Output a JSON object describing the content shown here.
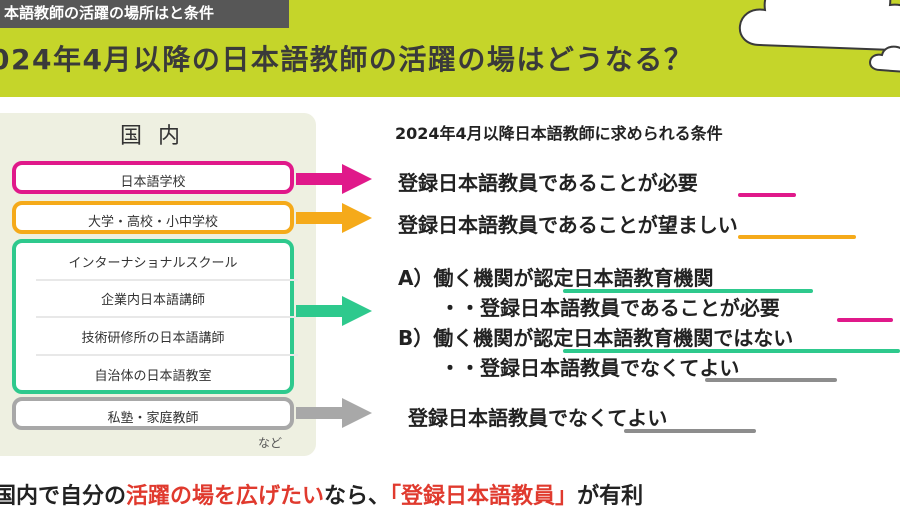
{
  "banner": {
    "tag": "本語教師の活躍の場所はと条件",
    "headline": "024年4月以降の日本語教師の活躍の場はどうなる？"
  },
  "panel": {
    "title": "国内",
    "items": {
      "japanese_school": "日本語学校",
      "university": "大学・高校・小中学校",
      "international_school": "インターナショナルスクール",
      "corporate": "企業内日本語講師",
      "training": "技術研修所の日本語講師",
      "municipal": "自治体の日本語教室",
      "private": "私塾・家庭教師"
    },
    "etc": "など"
  },
  "requirements": {
    "title": "2024年4月以降日本語教師に求められる条件",
    "r1_prefix": "登録日本語教員であることが",
    "r1_key": "必要",
    "r2_prefix": "登録日本語教員であることが",
    "r2_key": "望ましい",
    "a_line": "A）働く機関が認定日本語教育機関",
    "a_sub_prefix": "・・登録日本語教員であることが",
    "a_sub_key": "必要",
    "b_line": "B）働く機関が認定日本語教育機関ではない",
    "b_sub": "・・登録日本語教員でなくてよい",
    "r4": "登録日本語教員でなくてよい"
  },
  "conclusion": {
    "p1": "国内で自分の",
    "p2": "活躍の場を広げたい",
    "p3": "なら、",
    "p4": "「登録日本語教員」",
    "p5": "が有利"
  },
  "colors": {
    "banner": "#c5d52a",
    "tag": "#575757",
    "pink": "#e0198a",
    "orange": "#f5aa1a",
    "green": "#2ec98d",
    "gray": "#a8a8a8",
    "red_text": "#e03a2e",
    "panel": "#eef0e1"
  },
  "icons": [
    "cloud-decoration",
    "arrow-right-icon"
  ]
}
